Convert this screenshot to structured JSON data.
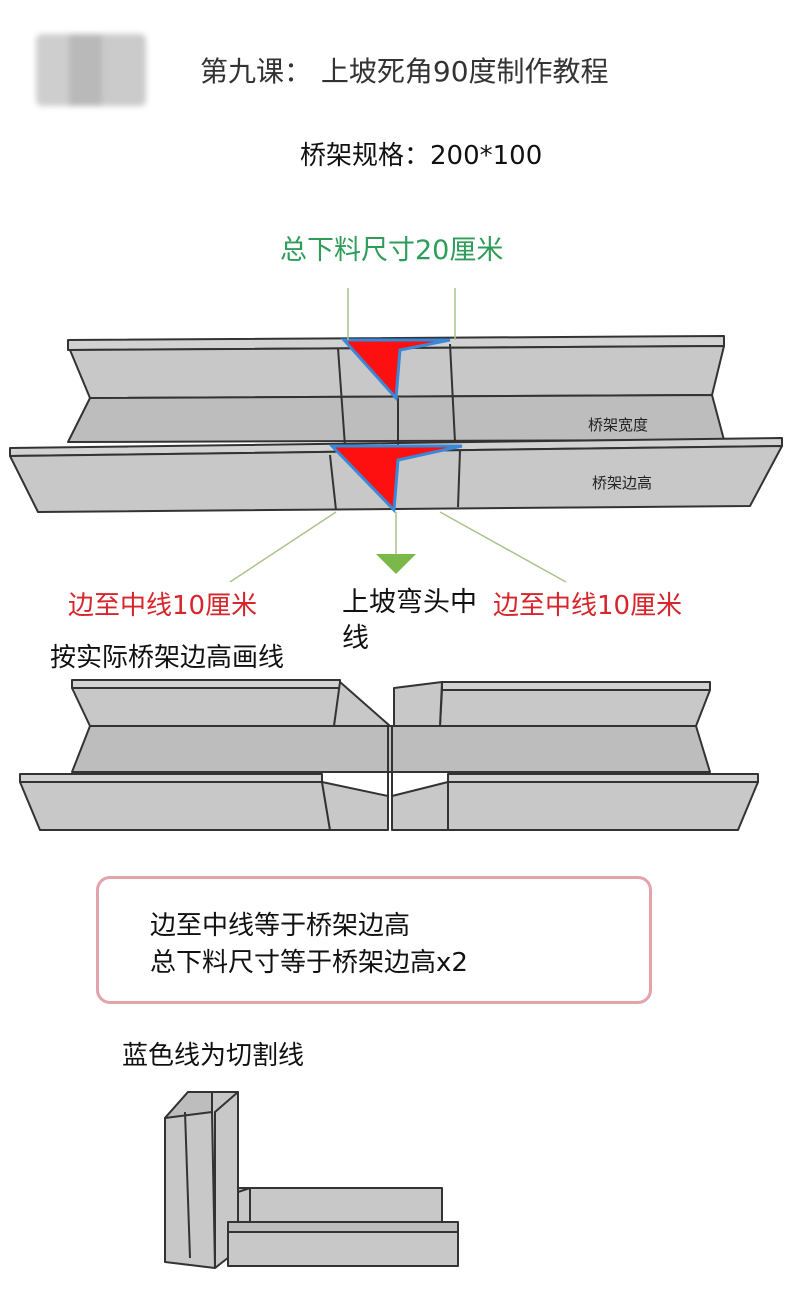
{
  "header": {
    "title": "第九课： 上坡死角90度制作教程",
    "spec": "桥架规格：200*100"
  },
  "diagram": {
    "total_cut_label": "总下料尺寸20厘米",
    "tray_width_label": "桥架宽度",
    "tray_height_label": "桥架边高",
    "edge_left_label": "边至中线10厘米",
    "edge_right_label": "边至中线10厘米",
    "center_line_label": "上坡弯头中线",
    "draw_line_label": "按实际桥架边高画线"
  },
  "note": {
    "line1": "边至中线等于桥架边高",
    "line2": "总下料尺寸等于桥架边高x2"
  },
  "cut_line_label": "蓝色线为切割线",
  "colors": {
    "cut_red": "#ff1010",
    "cut_blue": "#3a88d8",
    "tray_gray": "#c8c8c8",
    "green": "#2e9d5a",
    "red_text": "#d6262b",
    "note_border": "#e3a3ad"
  }
}
